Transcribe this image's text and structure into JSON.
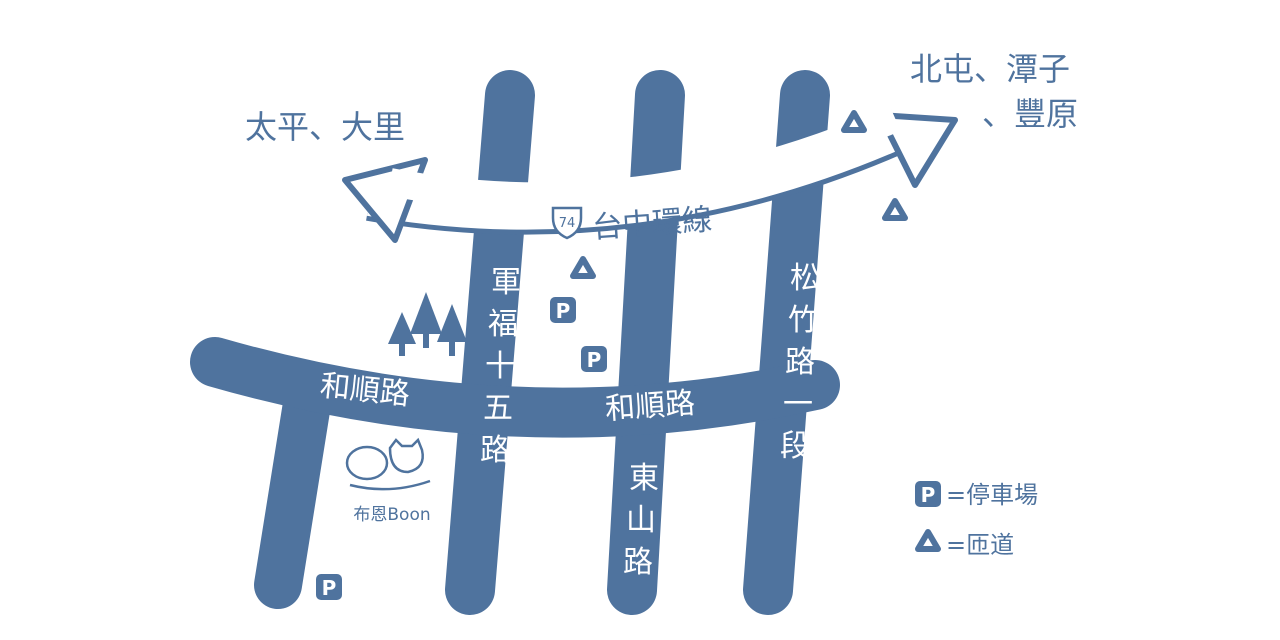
{
  "colors": {
    "road": "#4f739e",
    "background": "#ffffff",
    "label_on_road": "#ffffff"
  },
  "destinations": {
    "west": "太平、大里",
    "east_line1": "北屯、潭子",
    "east_line2": "、豐原"
  },
  "highway": {
    "number": "74",
    "name": "台中環線"
  },
  "roads": {
    "junfu": [
      "軍",
      "福",
      "十",
      "五",
      "路"
    ],
    "dongshan": [
      "東",
      "山",
      "路"
    ],
    "songzhu": [
      "松",
      "竹",
      "路",
      "一",
      "段"
    ],
    "heshun_west": "和順路",
    "heshun_east": "和順路"
  },
  "logo": {
    "text": "布恩Boon",
    "icon": "dog-and-cat-logo"
  },
  "legend": {
    "parking_symbol": "P",
    "parking_label": "=停車場",
    "ramp_label": "=匝道"
  },
  "icons": {
    "parking": "parking-icon",
    "ramp": "ramp-triangle-icon",
    "tree": "tree-icon"
  }
}
